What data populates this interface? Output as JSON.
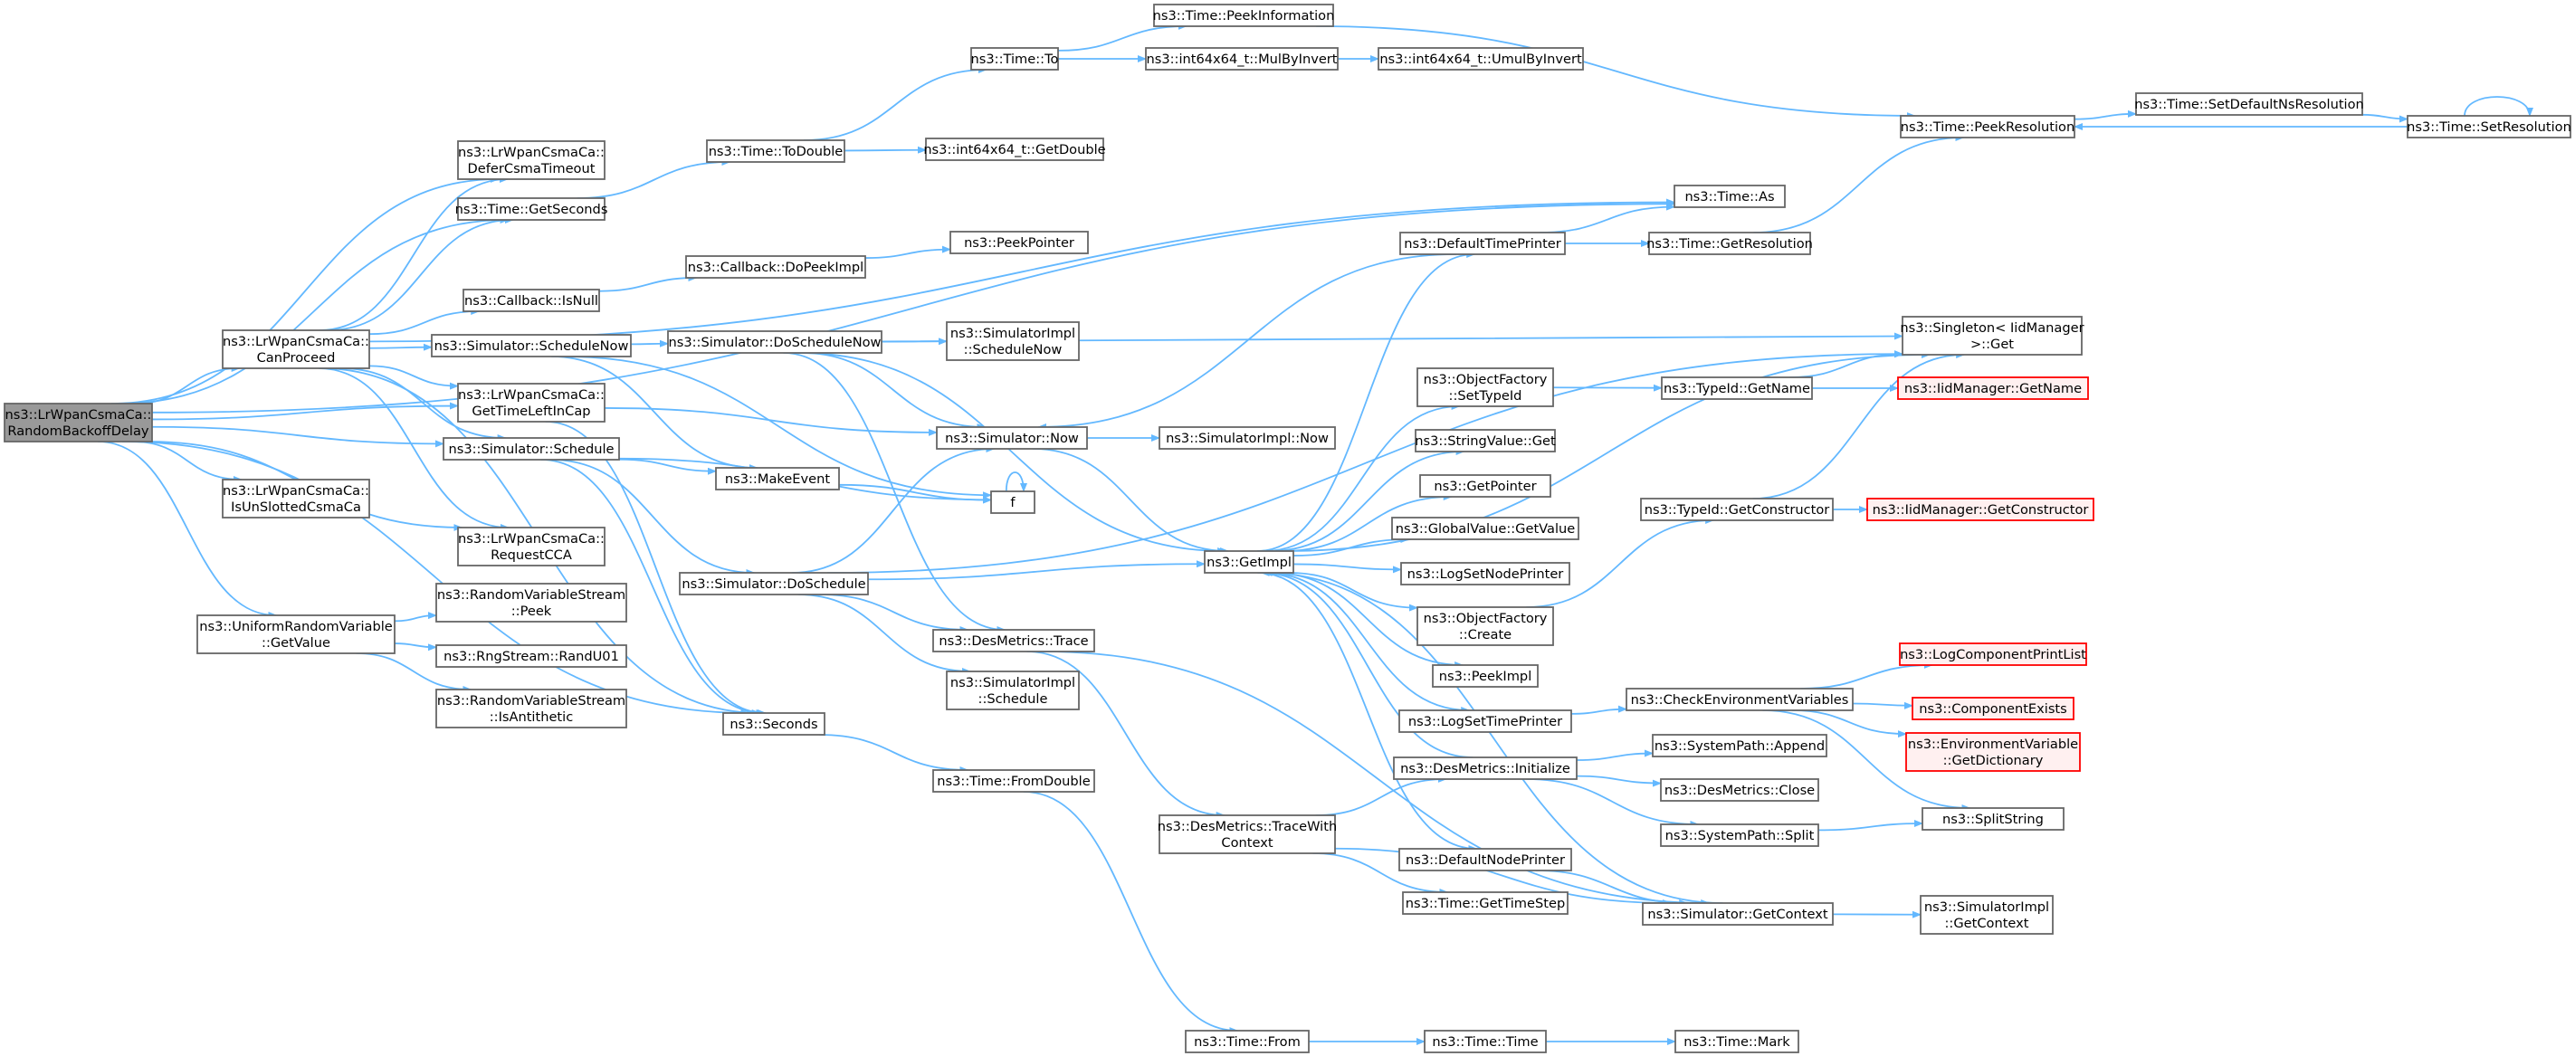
{
  "graph": {
    "title": "",
    "edge_color": "#63b8ff",
    "root_fill": "#999999",
    "truncated_border": "#ff0000",
    "nodes": [
      {
        "id": "root",
        "lines": [
          "ns3::LrWpanCsmaCa::",
          "RandomBackoffDelay"
        ],
        "kind": "root"
      },
      {
        "id": "canProceed",
        "lines": [
          "ns3::LrWpanCsmaCa::",
          "CanProceed"
        ]
      },
      {
        "id": "deferCsma",
        "lines": [
          "ns3::LrWpanCsmaCa::",
          "DeferCsmaTimeout"
        ]
      },
      {
        "id": "getSeconds",
        "lines": [
          "ns3::Time::GetSeconds"
        ]
      },
      {
        "id": "cbIsNull",
        "lines": [
          "ns3::Callback::IsNull"
        ]
      },
      {
        "id": "schedNow",
        "lines": [
          "ns3::Simulator::ScheduleNow"
        ]
      },
      {
        "id": "getTimeLeft",
        "lines": [
          "ns3::LrWpanCsmaCa::",
          "GetTimeLeftInCap"
        ]
      },
      {
        "id": "simSchedule",
        "lines": [
          "ns3::Simulator::Schedule"
        ]
      },
      {
        "id": "isUnslotted",
        "lines": [
          "ns3::LrWpanCsmaCa::",
          "IsUnSlottedCsmaCa"
        ]
      },
      {
        "id": "requestCCA",
        "lines": [
          "ns3::LrWpanCsmaCa::",
          "RequestCCA"
        ]
      },
      {
        "id": "urvGetValue",
        "lines": [
          "ns3::UniformRandomVariable",
          "::GetValue"
        ]
      },
      {
        "id": "rvsPeek",
        "lines": [
          "ns3::RandomVariableStream",
          "::Peek"
        ]
      },
      {
        "id": "rngRand",
        "lines": [
          "ns3::RngStream::RandU01"
        ]
      },
      {
        "id": "rvsAnti",
        "lines": [
          "ns3::RandomVariableStream",
          "::IsAntithetic"
        ]
      },
      {
        "id": "toDouble",
        "lines": [
          "ns3::Time::ToDouble"
        ]
      },
      {
        "id": "cbPeekImpl",
        "lines": [
          "ns3::Callback::DoPeekImpl"
        ]
      },
      {
        "id": "peekPointer",
        "lines": [
          "ns3::PeekPointer"
        ]
      },
      {
        "id": "doSchedNow",
        "lines": [
          "ns3::Simulator::DoScheduleNow"
        ]
      },
      {
        "id": "simImplSchedNow",
        "lines": [
          "ns3::SimulatorImpl",
          "::ScheduleNow"
        ]
      },
      {
        "id": "simNow",
        "lines": [
          "ns3::Simulator::Now"
        ]
      },
      {
        "id": "makeEvent",
        "lines": [
          "ns3::MakeEvent"
        ]
      },
      {
        "id": "f",
        "lines": [
          "f"
        ]
      },
      {
        "id": "doSchedule",
        "lines": [
          "ns3::Simulator::DoSchedule"
        ]
      },
      {
        "id": "desTrace",
        "lines": [
          "ns3::DesMetrics::Trace"
        ]
      },
      {
        "id": "simImplSched",
        "lines": [
          "ns3::SimulatorImpl",
          "::Schedule"
        ]
      },
      {
        "id": "seconds",
        "lines": [
          "ns3::Seconds"
        ]
      },
      {
        "id": "fromDouble",
        "lines": [
          "ns3::Time::FromDouble"
        ]
      },
      {
        "id": "timeTo",
        "lines": [
          "ns3::Time::To"
        ]
      },
      {
        "id": "peekInfo",
        "lines": [
          "ns3::Time::PeekInformation"
        ]
      },
      {
        "id": "mulByInv",
        "lines": [
          "ns3::int64x64_t::MulByInvert"
        ]
      },
      {
        "id": "umulByInv",
        "lines": [
          "ns3::int64x64_t::UmulByInvert"
        ]
      },
      {
        "id": "i64GetDouble",
        "lines": [
          "ns3::int64x64_t::GetDouble"
        ]
      },
      {
        "id": "simImplNow",
        "lines": [
          "ns3::SimulatorImpl::Now"
        ]
      },
      {
        "id": "getImpl",
        "lines": [
          "ns3::GetImpl"
        ]
      },
      {
        "id": "traceWithCtx",
        "lines": [
          "ns3::DesMetrics::TraceWith",
          "Context"
        ]
      },
      {
        "id": "timeFrom",
        "lines": [
          "ns3::Time::From"
        ]
      },
      {
        "id": "timeTime",
        "lines": [
          "ns3::Time::Time"
        ]
      },
      {
        "id": "timeMark",
        "lines": [
          "ns3::Time::Mark"
        ]
      },
      {
        "id": "defTimePrinter",
        "lines": [
          "ns3::DefaultTimePrinter"
        ]
      },
      {
        "id": "timeAs",
        "lines": [
          "ns3::Time::As"
        ]
      },
      {
        "id": "getResolution",
        "lines": [
          "ns3::Time::GetResolution"
        ]
      },
      {
        "id": "peekRes",
        "lines": [
          "ns3::Time::PeekResolution"
        ]
      },
      {
        "id": "setDefNsRes",
        "lines": [
          "ns3::Time::SetDefaultNsResolution"
        ]
      },
      {
        "id": "setRes",
        "lines": [
          "ns3::Time::SetResolution"
        ]
      },
      {
        "id": "singletonGet",
        "lines": [
          "ns3::Singleton< IidManager",
          ">::Get"
        ]
      },
      {
        "id": "ofSetTypeId",
        "lines": [
          "ns3::ObjectFactory",
          "::SetTypeId"
        ]
      },
      {
        "id": "typeIdGetName",
        "lines": [
          "ns3::TypeId::GetName"
        ]
      },
      {
        "id": "iidGetName",
        "lines": [
          "ns3::IidManager::GetName"
        ],
        "kind": "trunc"
      },
      {
        "id": "strValGet",
        "lines": [
          "ns3::StringValue::Get"
        ]
      },
      {
        "id": "getPointer",
        "lines": [
          "ns3::GetPointer"
        ]
      },
      {
        "id": "globalGetValue",
        "lines": [
          "ns3::GlobalValue::GetValue"
        ]
      },
      {
        "id": "logSetNode",
        "lines": [
          "ns3::LogSetNodePrinter"
        ]
      },
      {
        "id": "ofCreate",
        "lines": [
          "ns3::ObjectFactory",
          "::Create"
        ]
      },
      {
        "id": "peekImpl",
        "lines": [
          "ns3::PeekImpl"
        ]
      },
      {
        "id": "logSetTime",
        "lines": [
          "ns3::LogSetTimePrinter"
        ]
      },
      {
        "id": "typeIdGetCtor",
        "lines": [
          "ns3::TypeId::GetConstructor"
        ]
      },
      {
        "id": "iidGetCtor",
        "lines": [
          "ns3::IidManager::GetConstructor"
        ],
        "kind": "trunc"
      },
      {
        "id": "checkEnv",
        "lines": [
          "ns3::CheckEnvironmentVariables"
        ]
      },
      {
        "id": "logCompList",
        "lines": [
          "ns3::LogComponentPrintList"
        ],
        "kind": "trunc"
      },
      {
        "id": "compExists",
        "lines": [
          "ns3::ComponentExists"
        ],
        "kind": "trunc"
      },
      {
        "id": "envGetDict",
        "lines": [
          "ns3::EnvironmentVariable",
          "::GetDictionary"
        ],
        "kind": "trunc"
      },
      {
        "id": "desInit",
        "lines": [
          "ns3::DesMetrics::Initialize"
        ]
      },
      {
        "id": "sysPathAppend",
        "lines": [
          "ns3::SystemPath::Append"
        ]
      },
      {
        "id": "desClose",
        "lines": [
          "ns3::DesMetrics::Close"
        ]
      },
      {
        "id": "sysPathSplit",
        "lines": [
          "ns3::SystemPath::Split"
        ]
      },
      {
        "id": "splitString",
        "lines": [
          "ns3::SplitString"
        ]
      },
      {
        "id": "defNodePrinter",
        "lines": [
          "ns3::DefaultNodePrinter"
        ]
      },
      {
        "id": "getTimeStep",
        "lines": [
          "ns3::Time::GetTimeStep"
        ]
      },
      {
        "id": "simGetCtx",
        "lines": [
          "ns3::Simulator::GetContext"
        ]
      },
      {
        "id": "simImplGetCtx",
        "lines": [
          "ns3::SimulatorImpl",
          "::GetContext"
        ]
      }
    ],
    "edges": [
      [
        "root",
        "canProceed"
      ],
      [
        "root",
        "deferCsma"
      ],
      [
        "root",
        "getSeconds"
      ],
      [
        "root",
        "getTimeLeft"
      ],
      [
        "root",
        "simSchedule"
      ],
      [
        "root",
        "isUnslotted"
      ],
      [
        "root",
        "requestCCA"
      ],
      [
        "root",
        "urvGetValue"
      ],
      [
        "root",
        "seconds"
      ],
      [
        "root",
        "timeAs"
      ],
      [
        "canProceed",
        "deferCsma"
      ],
      [
        "canProceed",
        "getSeconds"
      ],
      [
        "canProceed",
        "cbIsNull"
      ],
      [
        "canProceed",
        "schedNow"
      ],
      [
        "canProceed",
        "getTimeLeft"
      ],
      [
        "canProceed",
        "simSchedule"
      ],
      [
        "canProceed",
        "requestCCA"
      ],
      [
        "canProceed",
        "seconds"
      ],
      [
        "canProceed",
        "timeAs"
      ],
      [
        "getSeconds",
        "toDouble"
      ],
      [
        "toDouble",
        "timeTo"
      ],
      [
        "toDouble",
        "i64GetDouble"
      ],
      [
        "timeTo",
        "peekInfo"
      ],
      [
        "timeTo",
        "mulByInv"
      ],
      [
        "mulByInv",
        "umulByInv"
      ],
      [
        "peekInfo",
        "peekRes"
      ],
      [
        "cbIsNull",
        "cbPeekImpl"
      ],
      [
        "cbPeekImpl",
        "peekPointer"
      ],
      [
        "schedNow",
        "doSchedNow"
      ],
      [
        "schedNow",
        "makeEvent"
      ],
      [
        "schedNow",
        "f"
      ],
      [
        "doSchedNow",
        "simImplSchedNow"
      ],
      [
        "doSchedNow",
        "simNow"
      ],
      [
        "doSchedNow",
        "desTrace"
      ],
      [
        "doSchedNow",
        "getImpl"
      ],
      [
        "doSchedNow",
        "singletonGet"
      ],
      [
        "getTimeLeft",
        "simNow"
      ],
      [
        "getTimeLeft",
        "seconds"
      ],
      [
        "simSchedule",
        "makeEvent"
      ],
      [
        "simSchedule",
        "doSchedule"
      ],
      [
        "simSchedule",
        "f"
      ],
      [
        "simSchedule",
        "seconds"
      ],
      [
        "makeEvent",
        "f"
      ],
      [
        "f",
        "f"
      ],
      [
        "doSchedule",
        "simNow"
      ],
      [
        "doSchedule",
        "desTrace"
      ],
      [
        "doSchedule",
        "simImplSched"
      ],
      [
        "doSchedule",
        "getImpl"
      ],
      [
        "doSchedule",
        "singletonGet"
      ],
      [
        "urvGetValue",
        "rvsPeek"
      ],
      [
        "urvGetValue",
        "rngRand"
      ],
      [
        "urvGetValue",
        "rvsAnti"
      ],
      [
        "seconds",
        "fromDouble"
      ],
      [
        "fromDouble",
        "timeFrom"
      ],
      [
        "timeFrom",
        "timeTime"
      ],
      [
        "timeTime",
        "timeMark"
      ],
      [
        "simNow",
        "simImplNow"
      ],
      [
        "simNow",
        "getImpl"
      ],
      [
        "desTrace",
        "traceWithCtx"
      ],
      [
        "desTrace",
        "simGetCtx"
      ],
      [
        "traceWithCtx",
        "desInit"
      ],
      [
        "traceWithCtx",
        "getTimeStep"
      ],
      [
        "traceWithCtx",
        "simGetCtx"
      ],
      [
        "getImpl",
        "defTimePrinter"
      ],
      [
        "getImpl",
        "ofSetTypeId"
      ],
      [
        "getImpl",
        "strValGet"
      ],
      [
        "getImpl",
        "getPointer"
      ],
      [
        "getImpl",
        "globalGetValue"
      ],
      [
        "getImpl",
        "logSetNode"
      ],
      [
        "getImpl",
        "ofCreate"
      ],
      [
        "getImpl",
        "peekImpl"
      ],
      [
        "getImpl",
        "logSetTime"
      ],
      [
        "getImpl",
        "defNodePrinter"
      ],
      [
        "getImpl",
        "singletonGet"
      ],
      [
        "defTimePrinter",
        "timeAs"
      ],
      [
        "defTimePrinter",
        "getResolution"
      ],
      [
        "defTimePrinter",
        "simNow"
      ],
      [
        "getResolution",
        "peekRes"
      ],
      [
        "peekRes",
        "setDefNsRes"
      ],
      [
        "setDefNsRes",
        "setRes"
      ],
      [
        "setRes",
        "peekRes"
      ],
      [
        "setRes",
        "setRes"
      ],
      [
        "ofSetTypeId",
        "typeIdGetName"
      ],
      [
        "typeIdGetName",
        "singletonGet"
      ],
      [
        "typeIdGetName",
        "iidGetName"
      ],
      [
        "ofCreate",
        "typeIdGetCtor"
      ],
      [
        "typeIdGetCtor",
        "singletonGet"
      ],
      [
        "typeIdGetCtor",
        "iidGetCtor"
      ],
      [
        "logSetTime",
        "checkEnv"
      ],
      [
        "checkEnv",
        "logCompList"
      ],
      [
        "checkEnv",
        "compExists"
      ],
      [
        "checkEnv",
        "envGetDict"
      ],
      [
        "checkEnv",
        "splitString"
      ],
      [
        "desInit",
        "sysPathAppend"
      ],
      [
        "desInit",
        "desClose"
      ],
      [
        "desInit",
        "sysPathSplit"
      ],
      [
        "desInit",
        "getImpl"
      ],
      [
        "sysPathSplit",
        "splitString"
      ],
      [
        "defNodePrinter",
        "simGetCtx"
      ],
      [
        "simGetCtx",
        "simImplGetCtx"
      ],
      [
        "simGetCtx",
        "getImpl"
      ]
    ]
  }
}
